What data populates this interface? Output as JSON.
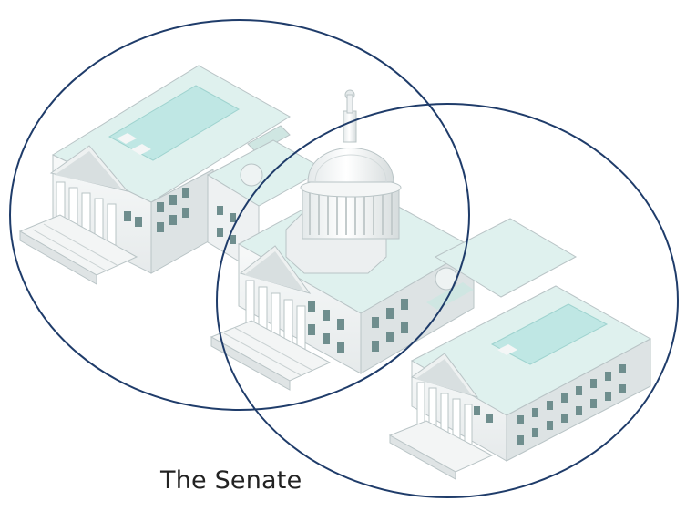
{
  "caption": "The Senate",
  "colors": {
    "circle_stroke": "#1f3c6a",
    "building_wall": "#f2f4f4",
    "building_shadow": "#cfd6d8",
    "roof": "#dff1ee",
    "skylight": "#bfe7e4",
    "window": "#6f8e8e",
    "outline": "#b9c4c6"
  },
  "illustration": {
    "subject": "capitol-building",
    "overlay": "two-overlapping-circles"
  }
}
